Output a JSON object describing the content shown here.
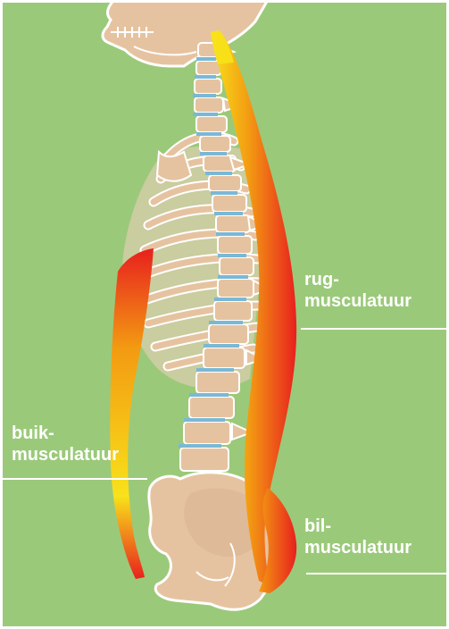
{
  "labels": {
    "back_muscles": {
      "line1": "rug-",
      "line2": "musculatuur"
    },
    "abdominal_muscles": {
      "line1": "buik-",
      "line2": "musculatuur"
    },
    "gluteal_muscles": {
      "line1": "bil-",
      "line2": "musculatuur"
    }
  },
  "colors": {
    "background": "#9bc97a",
    "bone": "#e6c3a0",
    "bone_outline": "#ffffff",
    "disc": "#7ab8d6",
    "muscle_light": "#f8e21a",
    "muscle_mid": "#f39a12",
    "muscle_dark": "#e8201e",
    "label_text": "#ffffff"
  }
}
